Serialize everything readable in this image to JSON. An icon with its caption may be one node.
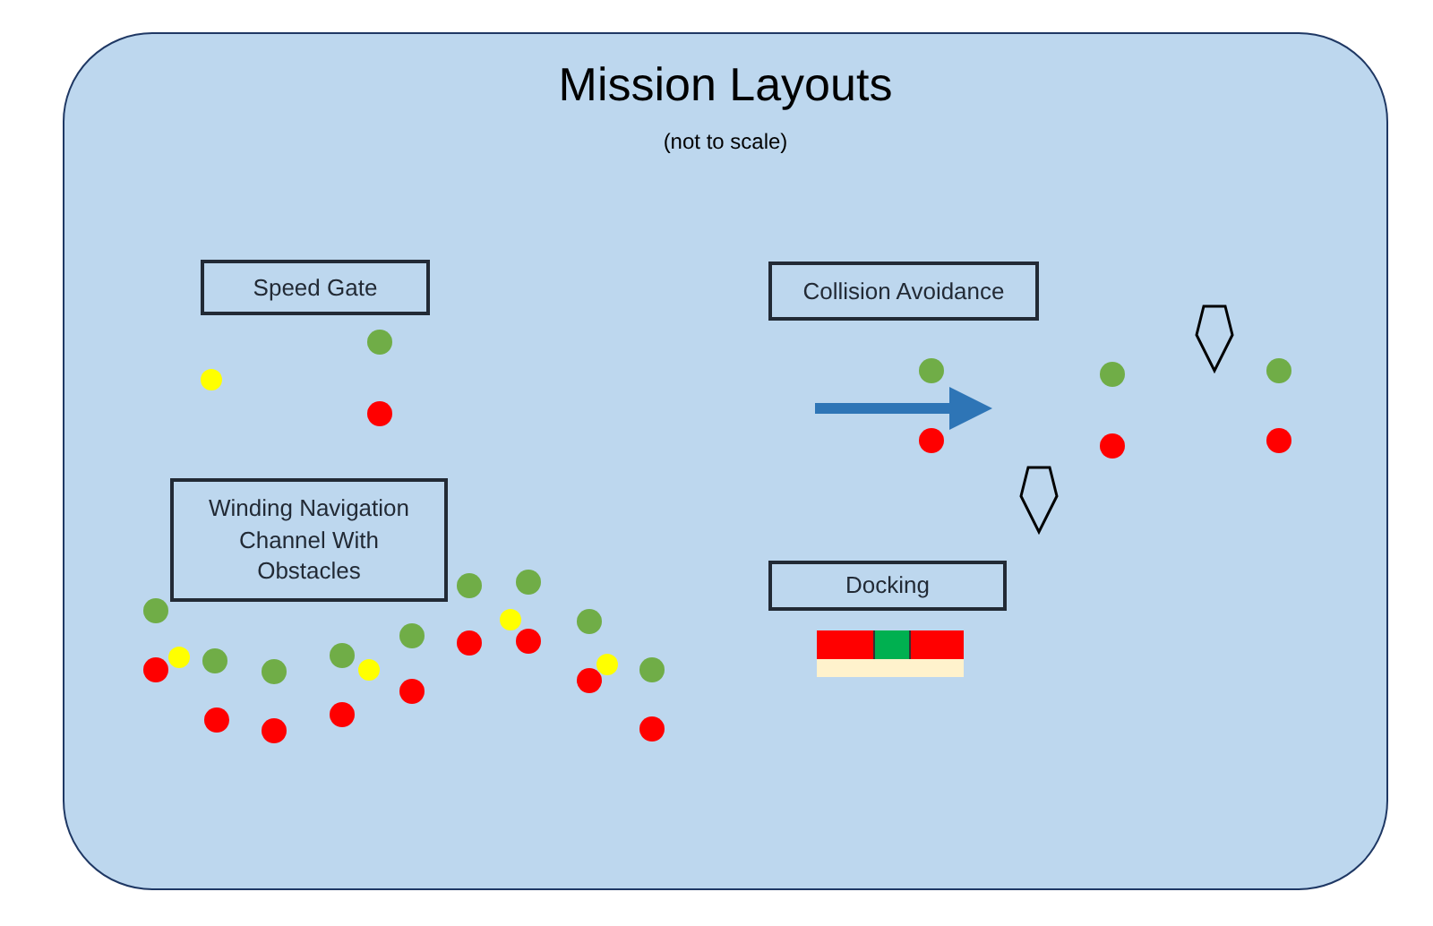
{
  "diagram": {
    "title": "Mission Layouts",
    "nodes": [
      {
        "text": [
          "Speed Gate"
        ]
      },
      {
        "text": [
          "Collision Avoidance"
        ]
      },
      {
        "text": [
          "Winding Navigation Channel With Obstacles"
        ]
      },
      {
        "text": [
          "Docking"
        ]
      }
    ],
    "labels": [
      "(not to scale)"
    ]
  }
}
